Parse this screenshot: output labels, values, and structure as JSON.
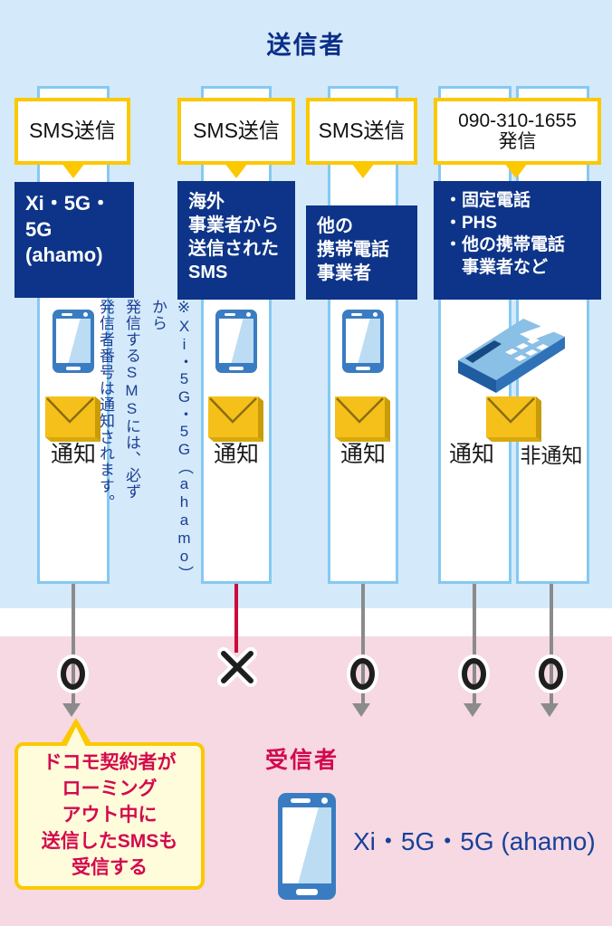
{
  "sender": {
    "title": "送信者",
    "columns": [
      {
        "action_label": "SMS送信",
        "source_lines": [
          "Xi・5G・",
          "5G",
          "(ahamo)"
        ],
        "device": "smartphone",
        "notify_label": "通知",
        "result": "○"
      },
      {
        "action_label": "SMS送信",
        "source_lines": [
          "海外",
          "事業者から",
          "送信された",
          "SMS"
        ],
        "device": "smartphone",
        "notify_label": "通知",
        "result": "×"
      },
      {
        "action_label": "SMS送信",
        "source_lines": [
          "他の",
          "携帯電話",
          "事業者"
        ],
        "device": "smartphone",
        "notify_label": "通知",
        "result": "○"
      },
      {
        "action_label_lines": [
          "090-310-1655",
          "発信"
        ],
        "source_lines": [
          "・固定電話",
          "・PHS",
          "・他の携帯電話",
          "　事業者など"
        ],
        "device": "desk-phone",
        "notify_label": "通知",
        "notify_label_2": "非通知",
        "result": "○",
        "result_2": "○"
      }
    ],
    "note_lines": [
      "※Xi・5G・5G（ahamo）から",
      "発信するSMSには、必ず",
      "発信者番号は通知されます。"
    ]
  },
  "receiver": {
    "title": "受信者",
    "device_label": "Xi・5G・5G (ahamo)",
    "callout_lines": [
      "ドコモ契約者が",
      "ローミング",
      "アウト中に",
      "送信したSMSも",
      "受信する"
    ]
  },
  "colors": {
    "sender_bg": "#d4eafa",
    "receiver_bg": "#f6d9e2",
    "navy_box": "#0d3488",
    "yellow_border": "#fcc800",
    "envelope_gold": "#f5c01a",
    "crimson_text": "#d3094e",
    "blocked_line_red": "#cc0a3c",
    "arrow_gray": "#8b8b8b",
    "lane_border": "#85c9f2"
  }
}
